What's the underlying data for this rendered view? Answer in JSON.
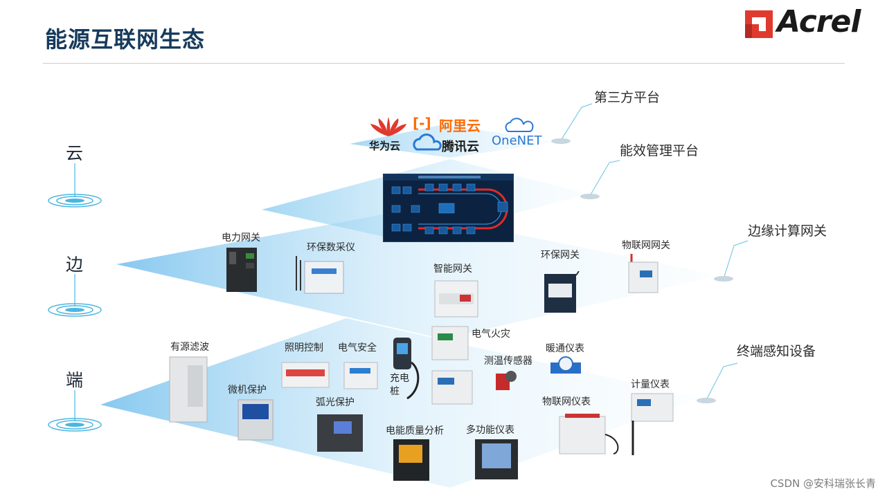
{
  "title": "能源互联网生态",
  "logo": {
    "text": "Acrel",
    "accent": "#e03a2f"
  },
  "tiers": {
    "cloud": "云",
    "edge": "边",
    "end": "端"
  },
  "platforms": {
    "third_party": "第三方平台",
    "energy_mgmt": "能效管理平台",
    "edge_gateway": "边缘计算网关",
    "terminal": "终端感知设备"
  },
  "brands": {
    "huawei": "华为云",
    "aliyun": "阿里云",
    "aliyun_mark": "[-]",
    "tencent": "腾讯云",
    "onenet": "OneNET"
  },
  "devices": {
    "power_gateway": "电力网关",
    "env_collector": "环保数采仪",
    "smart_gateway": "智能网关",
    "env_gateway": "环保网关",
    "iot_gateway": "物联网网关",
    "active_filter": "有源滤波",
    "lighting": "照明控制",
    "elec_safety": "电气安全",
    "charging_pile": "充电桩",
    "elec_fire": "电气火灾",
    "temp_sensor": "测温传感器",
    "hvac_meter": "暖通仪表",
    "metering": "计量仪表",
    "micro_protect": "微机保护",
    "arc_protect": "弧光保护",
    "iot_meter": "物联网仪表",
    "power_quality": "电能质量分析",
    "multi_meter": "多功能仪表"
  },
  "watermark": "CSDN @安科瑞张长青",
  "colors": {
    "title": "#163a5c",
    "layer": "#7cc6ee",
    "brand_red": "#e03a2f",
    "brand_orange": "#ff6a00",
    "brand_blue": "#2a78d4"
  }
}
